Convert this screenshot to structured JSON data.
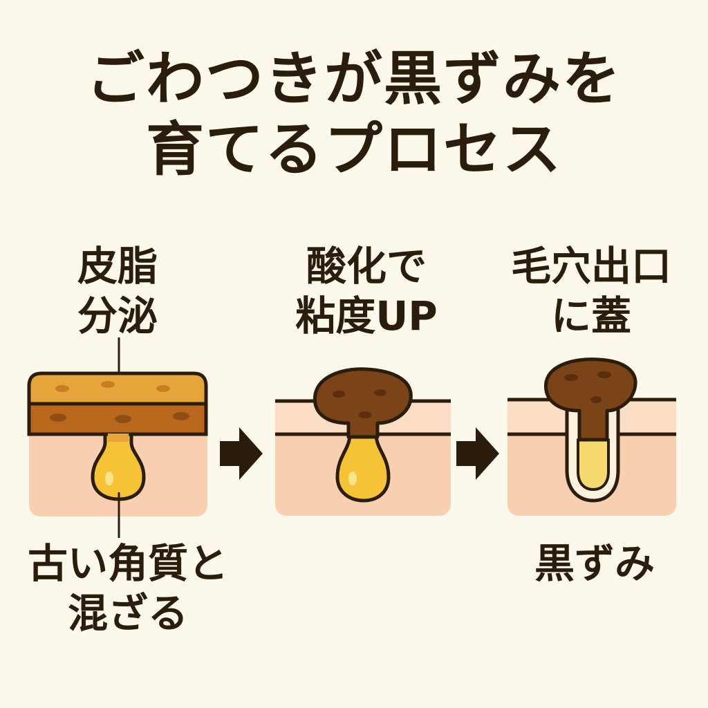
{
  "title": {
    "line1": "ごわつきが黒ずみを",
    "line2": "育てるプロセス"
  },
  "steps": [
    {
      "top_label_line1": "皮脂",
      "top_label_line2": "分泌",
      "bottom_label_line1": "古い角質と",
      "bottom_label_line2": "混ざる"
    },
    {
      "top_label_line1": "酸化で",
      "top_label_line2": "粘度UP"
    },
    {
      "top_label_line1": "毛穴出口",
      "top_label_line2": "に蓋",
      "bottom_label": "黒ずみ"
    }
  ],
  "colors": {
    "background": "#fdf8ec",
    "skin": "#f9cfb1",
    "skin_top": "#fbdcc4",
    "outline": "#2b1d0c",
    "sebum": "#f6c236",
    "keratin_top": "#e5a53a",
    "keratin_bottom": "#b8671c",
    "oxidized": "#7a4318",
    "arrow": "#2b1d0c"
  },
  "icons": [
    "right-arrow-icon",
    "right-arrow-icon"
  ]
}
